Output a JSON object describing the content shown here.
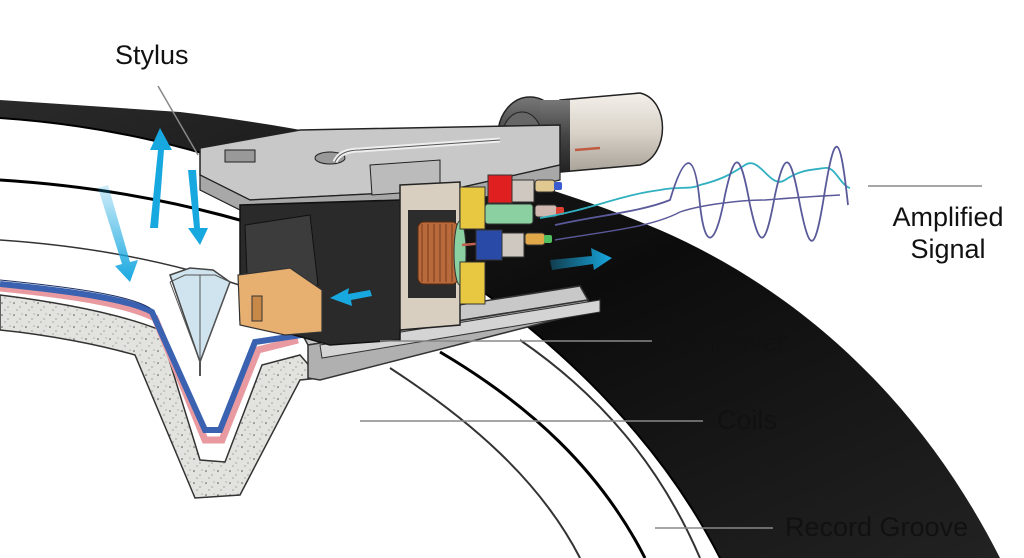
{
  "diagram": {
    "subject": "Phono cartridge stylus reading a record groove",
    "labels": {
      "stylus": "Stylus",
      "amplified_signal_line1": "Amplified",
      "amplified_signal_line2": "Signal",
      "cantilever": "Cantilever",
      "coils": "Coils",
      "record_groove": "Record Groove"
    },
    "colors": {
      "arrow": "#18a8e0",
      "record": "#111111",
      "cartridge_body": "#c8c8c8",
      "housing": "#2a2a2a",
      "coil": "#b86a3c",
      "magnet_red": "#e02020",
      "magnet_blue": "#2a4aa8",
      "pole_yellow": "#e8c840",
      "stylus_holder": "#e8b070",
      "groove_blue": "#3a62b0",
      "groove_pink": "#e89aa0",
      "substrate": "#e0e0dc",
      "signal_teal": "#30b0c0",
      "signal_purple": "#5a5a9a",
      "leader_line": "#888888"
    }
  }
}
